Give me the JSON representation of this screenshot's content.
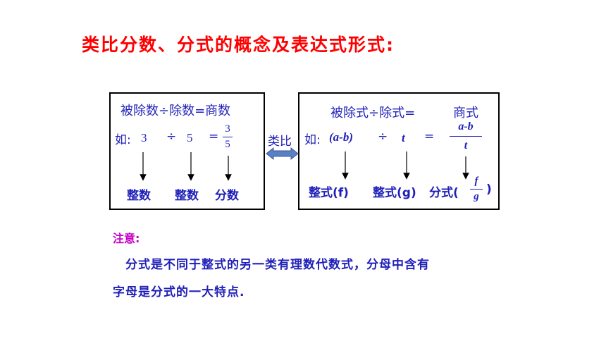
{
  "title": "类比分数、分式的概念及表达式形式:",
  "left_box": {
    "header": "被除数÷除数=商数",
    "example_prefix": "如:",
    "dividend": "3",
    "divide_symbol": "÷",
    "divisor": "5",
    "equals_symbol": "=",
    "fraction_numerator": "3",
    "fraction_denominator": "5",
    "label_1": "整数",
    "label_2": "整数",
    "label_3": "分数"
  },
  "analogy_label": "类比",
  "right_box": {
    "header": "被除式÷除式=",
    "header_quotient": "商式",
    "example_prefix": "如:",
    "dividend_expr": "(a-b)",
    "divide_symbol": "÷",
    "divisor_expr": "t",
    "equals_symbol": "=",
    "fraction_numerator": "a-b",
    "fraction_denominator": "t",
    "label_1": "整式(f)",
    "label_2": "整式(g)",
    "label_3_prefix": "分式(",
    "label_3_numerator": "f",
    "label_3_denominator": "g",
    "label_3_suffix": ")"
  },
  "notice": {
    "label": "注意:",
    "line_1": "分式是不同于整式的另一类有理数代数式，分母中含有",
    "line_2": "字母是分式的一大特点."
  },
  "colors": {
    "title": "#ff0000",
    "body_text": "#1f1fb8",
    "notice_label": "#c400c4",
    "analogy_arrow": "#5b7fc4"
  }
}
